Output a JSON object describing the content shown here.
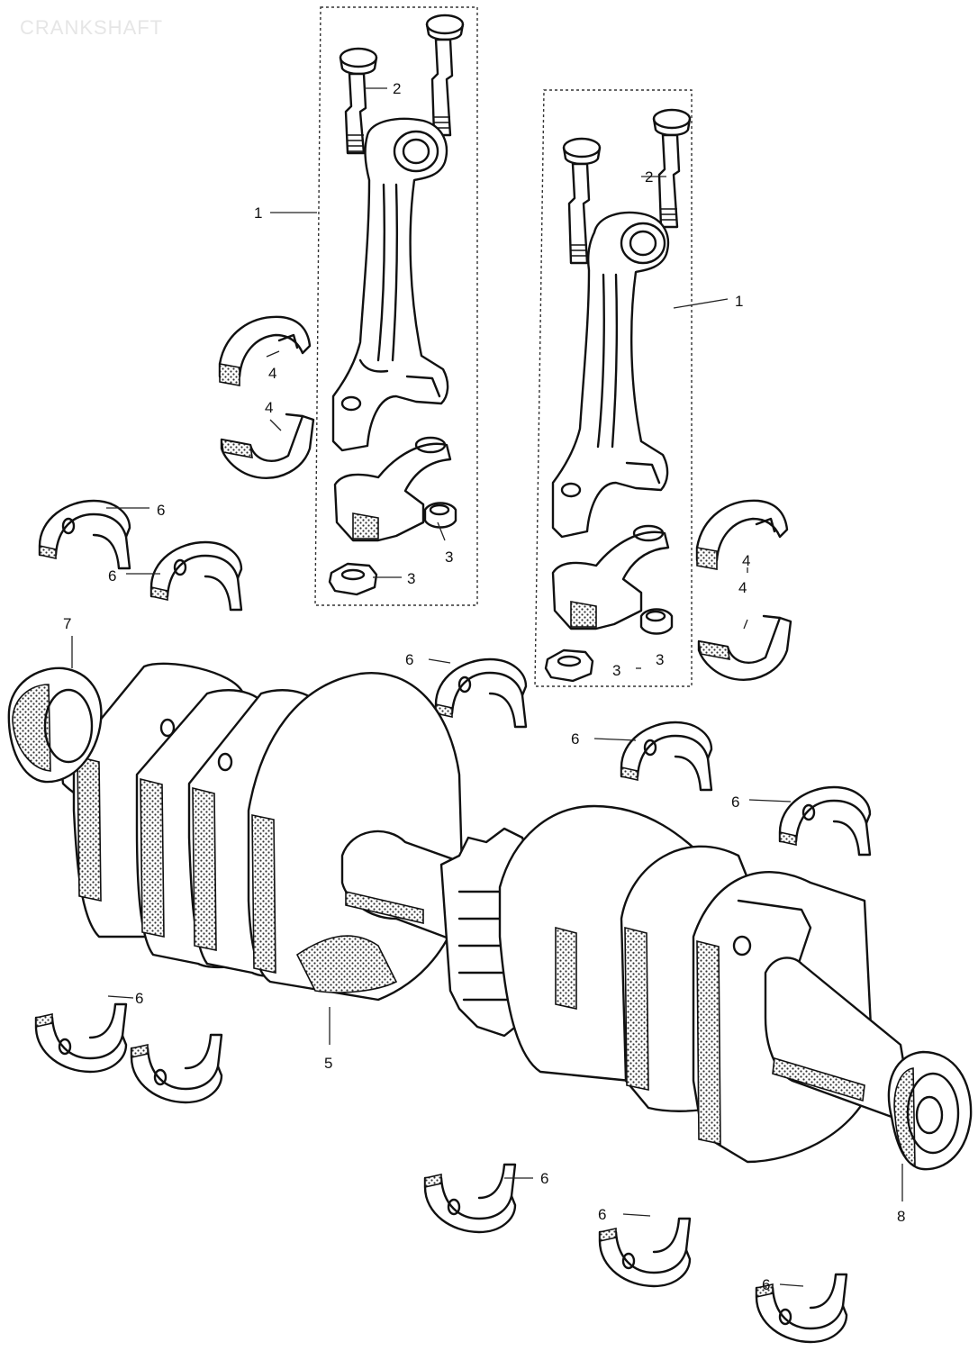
{
  "title": "CRANKSHAFT",
  "callouts": {
    "c1a": "1",
    "c1b": "1",
    "c2a": "2",
    "c2b": "2",
    "c3a": "3",
    "c3b": "3",
    "c3c": "3",
    "c3d": "3",
    "c4a": "4",
    "c4b": "4",
    "c4c": "4",
    "c4d": "4",
    "c5": "5",
    "c6a": "6",
    "c6b": "6",
    "c6c": "6",
    "c6d": "6",
    "c6e": "6",
    "c6f": "6",
    "c6g": "6",
    "c6h": "6",
    "c6i": "6",
    "c7": "7",
    "c8": "8"
  },
  "colors": {
    "line": "#111111",
    "background": "#ffffff",
    "title": "#e6e6e6"
  }
}
